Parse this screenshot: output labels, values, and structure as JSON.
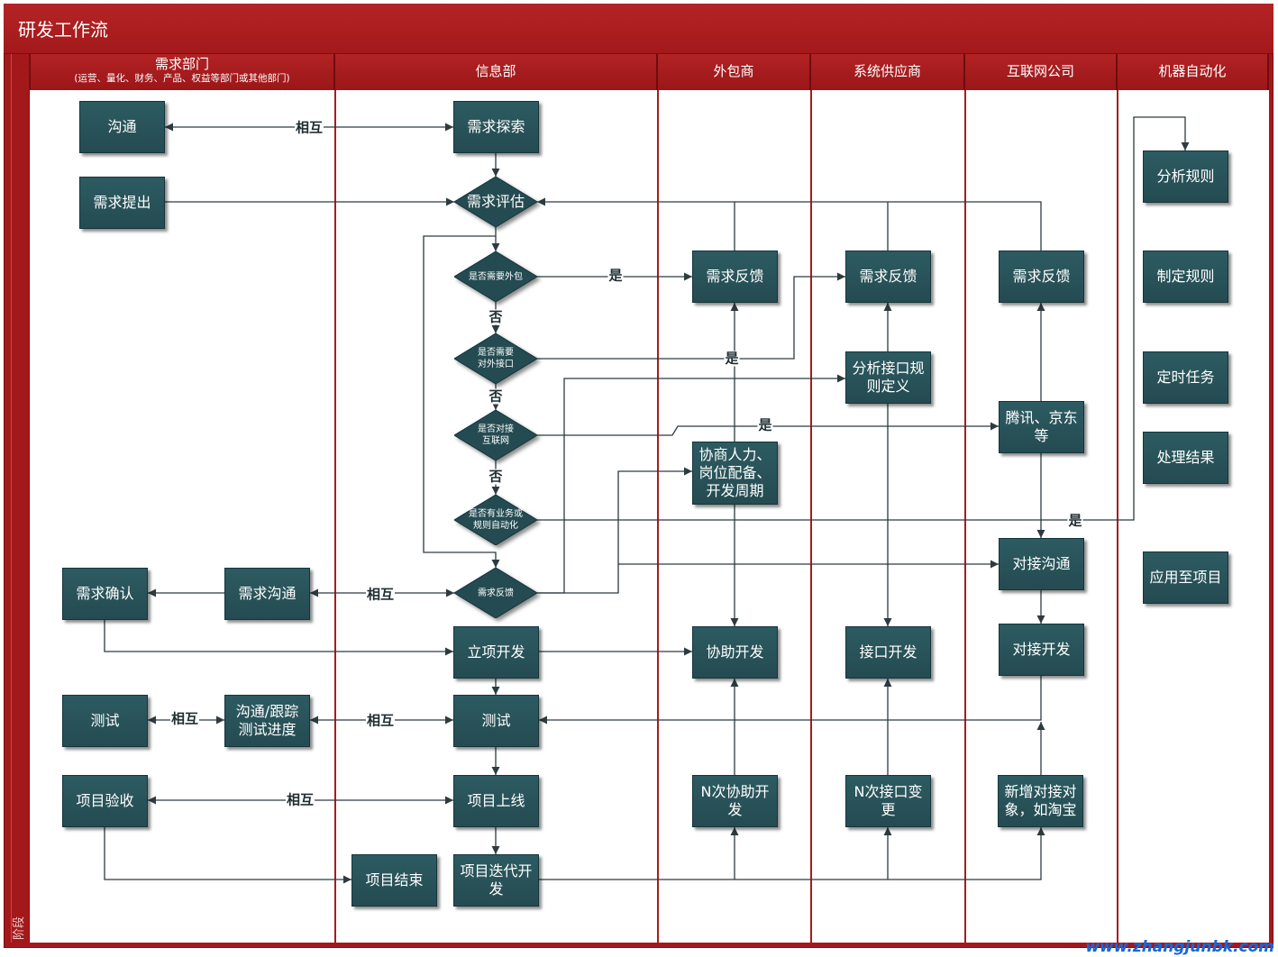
{
  "title": "研发工作流",
  "stage_label": "阶段",
  "watermark": "www.zhangjunbk.com",
  "colors": {
    "frame": "#a3191b",
    "node": "#244b51",
    "connector": "#2d3b40",
    "watermark": "#1668dc"
  },
  "lanes": {
    "demand": {
      "name": "需求部门",
      "note": "(运营、量化、财务、产品、权益等部门或其他部门)"
    },
    "it": {
      "name": "信息部"
    },
    "outsource": {
      "name": "外包商"
    },
    "vendor": {
      "name": "系统供应商"
    },
    "internet": {
      "name": "互联网公司"
    },
    "automation": {
      "name": "机器自动化"
    }
  },
  "nodes": {
    "demand": {
      "communicate": "沟通",
      "raise": "需求提出",
      "confirm": "需求确认",
      "req_comm": "需求沟通",
      "test": "测试",
      "track": "沟通/跟踪\n测试进度",
      "accept": "项目验收"
    },
    "it": {
      "explore": "需求探索",
      "start_dev": "立项开发",
      "test": "测试",
      "launch": "项目上线",
      "finish": "项目结束",
      "iterate": "项目迭代开\n发"
    },
    "it_decisions": {
      "evaluate": "需求评估",
      "need_outsource": "是否需要外包",
      "need_interface": "是否需要\n对外接口",
      "need_internet": "是否对接\n互联网",
      "need_automation": "是否有业务或\n规则自动化",
      "feedback": "需求反馈"
    },
    "outsource": {
      "feedback": "需求反馈",
      "negotiate": "协商人力、\n岗位配备、\n开发周期",
      "assist": "协助开发",
      "n_assist": "N次协助开\n发"
    },
    "vendor": {
      "feedback": "需求反馈",
      "analyze": "分析接口规\n则定义",
      "dev": "接口开发",
      "n_change": "N次接口变\n更"
    },
    "internet": {
      "feedback": "需求反馈",
      "partners": "腾讯、京东\n等",
      "connect": "对接沟通",
      "dev": "对接开发",
      "new_target": "新增对接对\n象，如淘宝"
    },
    "automation": {
      "analyze": "分析规则",
      "make": "制定规则",
      "schedule": "定时任务",
      "process": "处理结果",
      "apply": "应用至项目"
    }
  },
  "edge_labels": {
    "mutual_explore": "相互",
    "yes_outsource": "是",
    "no_outsource": "否",
    "yes_interface": "是",
    "no_interface": "否",
    "yes_internet": "是",
    "no_internet": "否",
    "yes_automation": "是",
    "mutual_feedback": "相互",
    "mutual_demand_test": "相互",
    "mutual_it_test": "相互",
    "mutual_launch": "相互"
  }
}
